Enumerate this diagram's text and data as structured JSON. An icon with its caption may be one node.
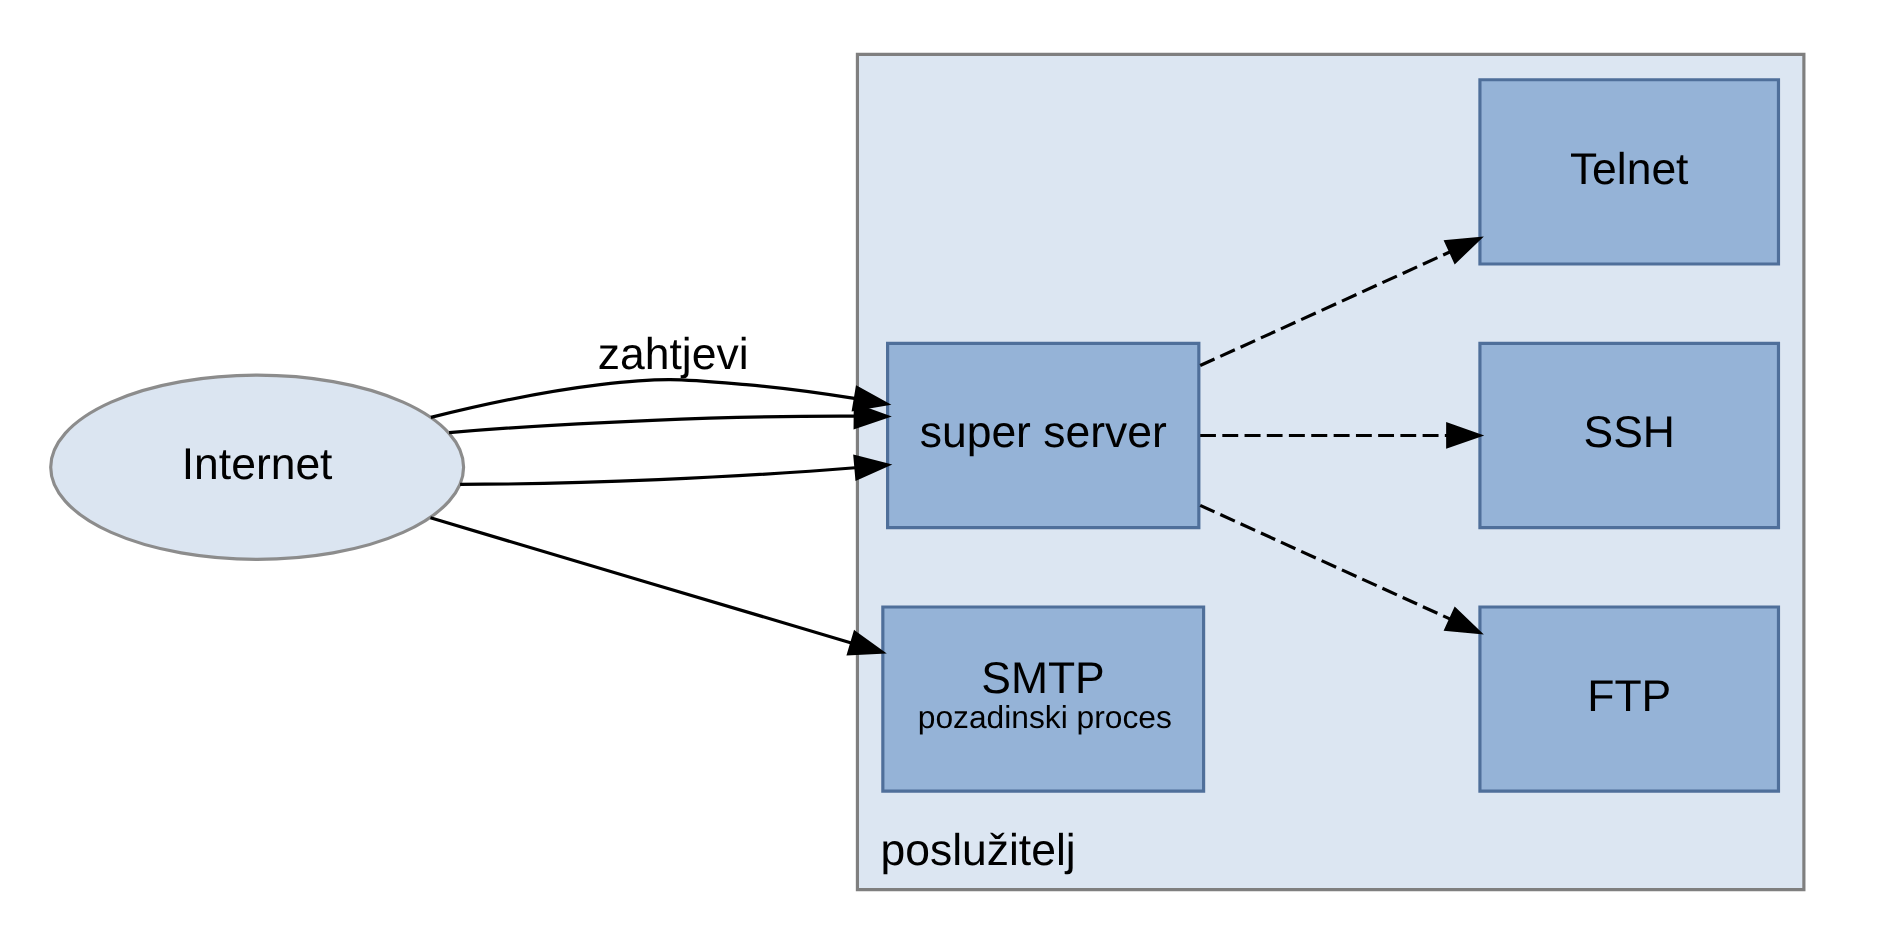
{
  "diagram": {
    "nodes": [
      {
        "text": [
          "Internet"
        ]
      },
      {
        "text": [
          "poslužitelj"
        ]
      },
      {
        "text": [
          "super server"
        ],
        "in": 1
      },
      {
        "text": [
          "FTP"
        ],
        "in": 1
      },
      {
        "text": [
          "SSH"
        ],
        "in": 1
      },
      {
        "text": [
          "Telnet"
        ],
        "in": 1
      },
      {
        "text": [
          "SMTP",
          "pozadinski proces"
        ],
        "in": 1
      }
    ],
    "edges": [
      {
        "from": 0,
        "to": 2,
        "arrow": "to",
        "label": "zahtjevi"
      },
      {
        "from": 0,
        "to": 2,
        "arrow": "to"
      },
      {
        "from": 0,
        "to": 2,
        "arrow": "to"
      },
      {
        "from": 0,
        "to": 6,
        "arrow": "to"
      },
      {
        "from": 2,
        "to": 3,
        "arrow": "to",
        "style": "dashed"
      },
      {
        "from": 2,
        "to": 4,
        "arrow": "to",
        "style": "dashed"
      },
      {
        "from": 2,
        "to": 5,
        "arrow": "to",
        "style": "dashed"
      }
    ]
  }
}
